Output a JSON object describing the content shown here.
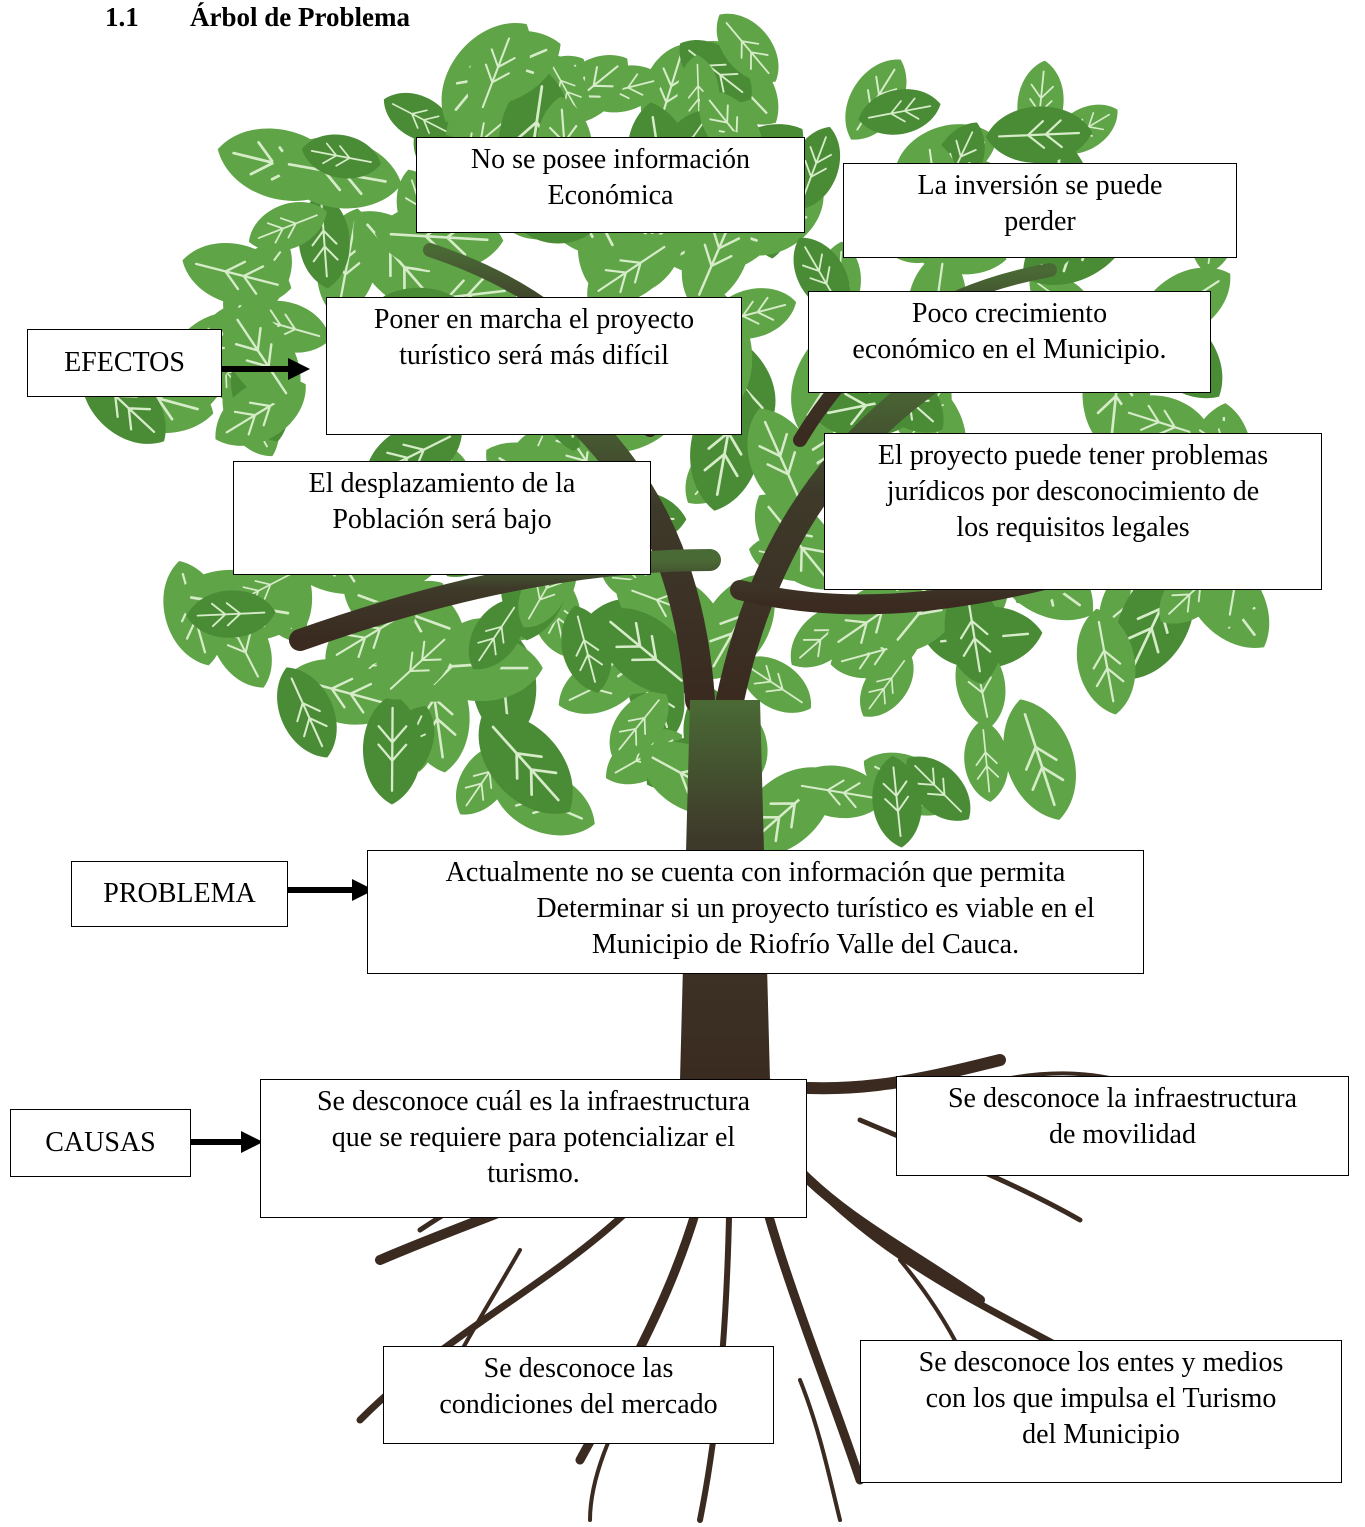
{
  "heading": {
    "number": "1.1",
    "title": "Árbol de Problema"
  },
  "labels": {
    "efectos": "EFECTOS",
    "problema": "PROBLEMA",
    "causas": "CAUSAS"
  },
  "effects": [
    {
      "lines": [
        "No se posee información",
        "Económica"
      ]
    },
    {
      "lines": [
        "La inversión se puede",
        "perder"
      ]
    },
    {
      "lines": [
        "Poner en marcha el proyecto",
        "turístico será más difícil"
      ]
    },
    {
      "lines": [
        "Poco crecimiento",
        "económico en el Municipio."
      ]
    },
    {
      "lines": [
        "El desplazamiento de la",
        "Población será bajo"
      ]
    },
    {
      "lines": [
        "El proyecto puede tener problemas",
        "jurídicos por desconocimiento de",
        "los requisitos legales"
      ]
    }
  ],
  "problem": {
    "lines": [
      "Actualmente no se cuenta con información que permita",
      "Determinar si un proyecto turístico es viable en el",
      "Municipio de Riofrío Valle del Cauca."
    ]
  },
  "causes": [
    {
      "lines": [
        "Se desconoce cuál es la infraestructura",
        "que se requiere para potencializar el",
        "turismo."
      ]
    },
    {
      "lines": [
        "Se desconoce la infraestructura",
        "de movilidad"
      ]
    },
    {
      "lines": [
        "Se desconoce las",
        "condiciones del mercado"
      ]
    },
    {
      "lines": [
        "Se desconoce los entes y medios",
        "con los que impulsa el Turismo",
        "del Municipio"
      ]
    }
  ],
  "colors": {
    "leaf": "#5fa447",
    "leaf_dark": "#4a8c36",
    "vein": "#d6ecc8",
    "trunk": "#3e2c22",
    "trunk_light": "#4d3a2e"
  }
}
